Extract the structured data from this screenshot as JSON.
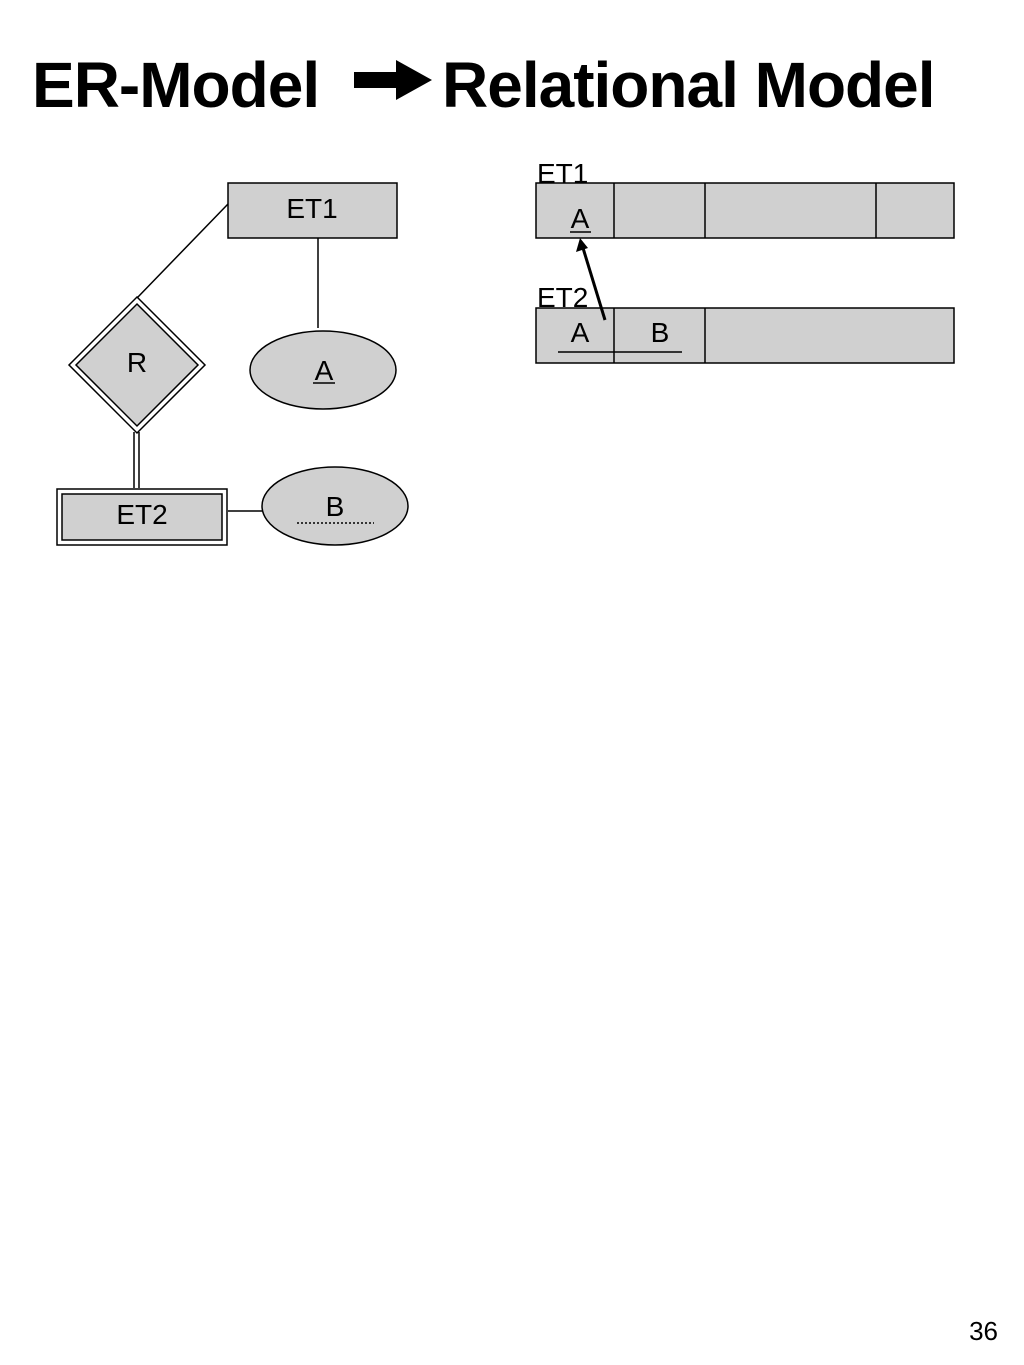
{
  "slide": {
    "title_left": "ER-Model",
    "title_right": "Relational Model",
    "page_number": "36"
  },
  "er_model": {
    "entity_et1": "ET1",
    "attribute_a": "A",
    "relationship_r": "R",
    "weak_entity_et2": "ET2",
    "partial_key_b": "B"
  },
  "relational_model": {
    "table_et1": {
      "name": "ET1",
      "columns": [
        "A",
        "",
        "",
        ""
      ]
    },
    "table_et2": {
      "name": "ET2",
      "columns": [
        "A",
        "B",
        ""
      ]
    }
  },
  "colors": {
    "fill": "#d0d0d0",
    "stroke": "#000000"
  }
}
